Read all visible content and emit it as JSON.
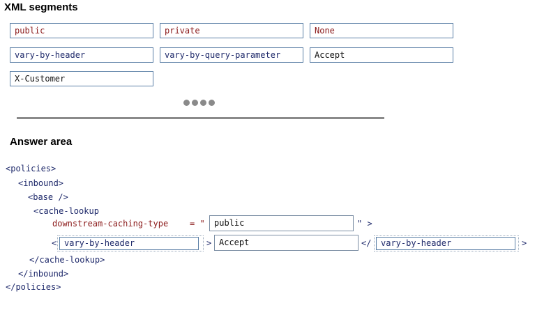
{
  "segments_panel": {
    "heading": "XML segments",
    "segments": [
      {
        "text": "public",
        "color": "#8b1a1a"
      },
      {
        "text": "private",
        "color": "#8b1a1a"
      },
      {
        "text": "None",
        "color": "#8b1a1a"
      },
      {
        "text": "vary-by-header",
        "color": "#1f2a6b"
      },
      {
        "text": "vary-by-query-parameter",
        "color": "#1f2a6b"
      },
      {
        "text": "Accept",
        "color": "#111111"
      },
      {
        "text": "X-Customer",
        "color": "#111111"
      }
    ]
  },
  "answer_area": {
    "heading": "Answer area",
    "code": {
      "policies_open": "<policies>",
      "inbound_open": "<inbound>",
      "base": "<base />",
      "cache_lookup_open": "<cache-lookup",
      "attr_name": "downstream-caching-type",
      "attr_eq": "= \"",
      "attr_close": "\" >",
      "lt": "<",
      "gt": ">",
      "close_lt": "</",
      "gt_end": ">",
      "cache_lookup_close": "</cache-lookup>",
      "inbound_close": "</inbound>",
      "policies_close": "</policies>"
    },
    "slots": {
      "caching_type": "public",
      "element_open": "vary-by-header",
      "element_value": "Accept",
      "element_close": "vary-by-header"
    }
  },
  "colors": {
    "tag": "#1f2a6b",
    "attribute": "#8b1a1a",
    "border": "#5b7fa6",
    "divider": "#8a8a8a"
  }
}
